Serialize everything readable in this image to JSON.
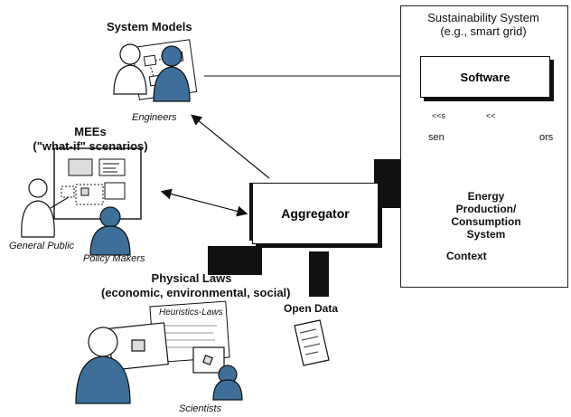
{
  "colors": {
    "person": "#3d6f99",
    "ink": "#111111",
    "paper": "#ffffff"
  },
  "system_models": {
    "title": "System Models",
    "caption": "Engineers"
  },
  "mees": {
    "title_line1": "MEEs",
    "title_line2": "(\"what-if\" scenarios)",
    "caption_public": "General Public",
    "caption_policy": "Policy Makers"
  },
  "physical_laws": {
    "title_line1": "Physical Laws",
    "title_line2": "(economic, environmental, social)",
    "sheet_label": "Heuristics-Laws",
    "caption": "Scientists"
  },
  "aggregator": {
    "label": "Aggregator"
  },
  "open_data": {
    "label": "Open Data"
  },
  "sustainability": {
    "title_line1": "Sustainability System",
    "title_line2": "(e.g., smart grid)",
    "software_label": "Software",
    "tag_left": "<<s",
    "tag_right": "<<",
    "sensors_left": "sen",
    "sensors_right": "ors",
    "energy_line1": "Energy",
    "energy_line2": "Production/",
    "energy_line3": "Consumption",
    "energy_line4": "System",
    "context_label": "Context"
  }
}
